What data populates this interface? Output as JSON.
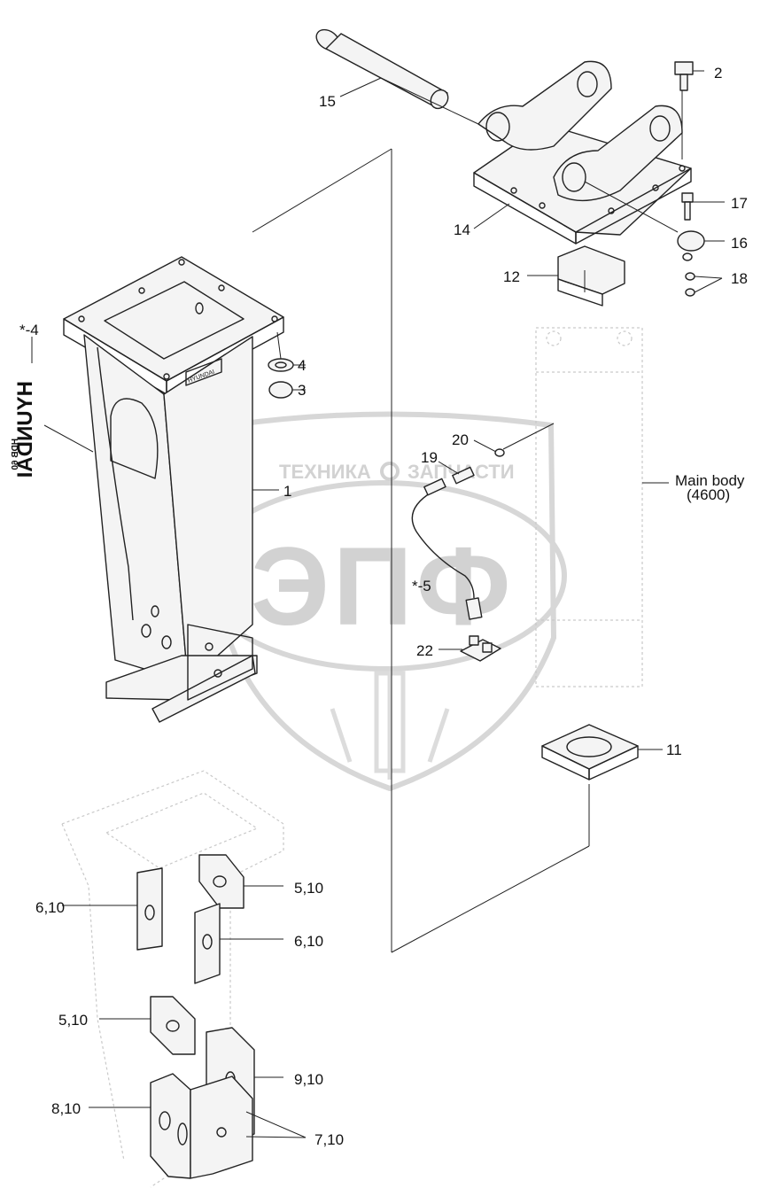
{
  "watermark": {
    "top_text_left": "ТЕХНИКА",
    "top_text_right": "ЗАПЧАСТИ",
    "big_letters": "ЭПФ"
  },
  "brand_plate_text": "HYUNDAI",
  "brand_side_text": "HYUNDAI",
  "brand_side_sub": "HDB 60",
  "callouts": {
    "c1": "1",
    "c2": "2",
    "c3": "3",
    "c4": "4",
    "c_4": "*-4",
    "c_5": "*-5",
    "c11": "11",
    "c12": "12",
    "c14": "14",
    "c15": "15",
    "c16": "16",
    "c17": "17",
    "c18": "18",
    "c19": "19",
    "c20": "20",
    "c22": "22",
    "c5_10a": "5,10",
    "c6_10a": "6,10",
    "c6_10b": "6,10",
    "c5_10b": "5,10",
    "c9_10": "9,10",
    "c8_10": "8,10",
    "c7_10": "7,10"
  },
  "main_body": {
    "label": "Main body",
    "ref": "(4600)"
  }
}
